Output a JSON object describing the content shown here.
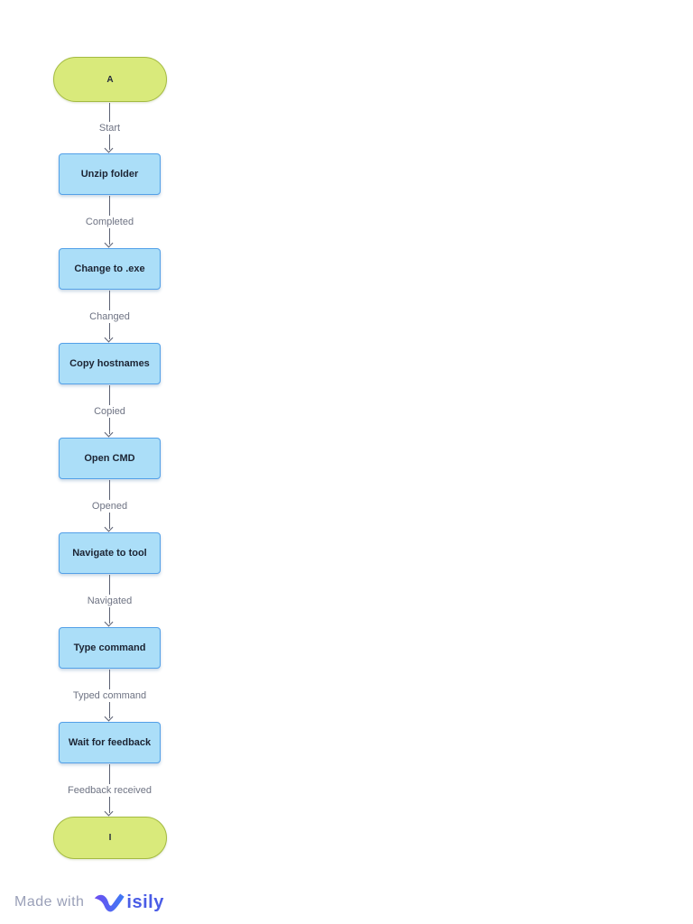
{
  "diagram": {
    "type": "flowchart",
    "direction": "top-down",
    "start_node": {
      "label": "A",
      "shape": "stadium"
    },
    "end_node": {
      "label": "I",
      "shape": "stadium"
    },
    "steps": [
      {
        "label": "Unzip folder"
      },
      {
        "label": "Change to .exe"
      },
      {
        "label": "Copy hostnames"
      },
      {
        "label": "Open CMD"
      },
      {
        "label": "Navigate to tool"
      },
      {
        "label": "Type command"
      },
      {
        "label": "Wait for feedback"
      }
    ],
    "edges": [
      {
        "label": "Start"
      },
      {
        "label": "Completed"
      },
      {
        "label": "Changed"
      },
      {
        "label": "Copied"
      },
      {
        "label": "Opened"
      },
      {
        "label": "Navigated"
      },
      {
        "label": "Typed command"
      },
      {
        "label": "Feedback received"
      }
    ],
    "colors": {
      "terminal_fill": "#d9ea7b",
      "terminal_border": "#a4bb41",
      "process_fill": "#abdef8",
      "process_border": "#53a0e8",
      "edge_line": "#5b6173",
      "edge_label_text": "#6e7383",
      "node_text": "#1c2433"
    }
  },
  "watermark": {
    "prefix": "Made with",
    "brand": "isily",
    "brand_full": "Visily",
    "logo_icon": "visily-swoosh-v",
    "prefix_color": "#9aa0b8",
    "brand_color": "#4a5ce6",
    "logo_gradient": [
      "#6d4df0",
      "#3d7bf4"
    ]
  }
}
